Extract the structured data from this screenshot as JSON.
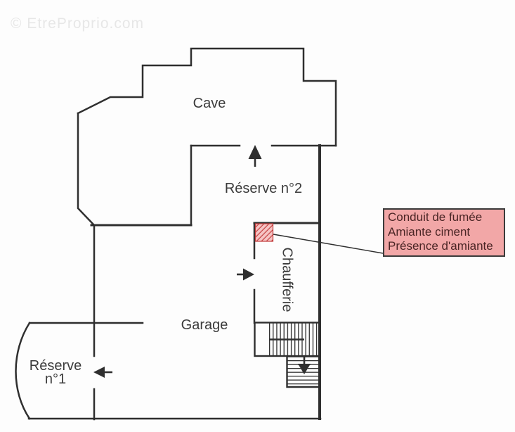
{
  "watermark": "© EtreProprio.com",
  "colors": {
    "background": "#fdfdfd",
    "wall": "#2f2f2f",
    "label_text": "#3b3b3b",
    "watermark": "#e7e7e7",
    "annotation_bg": "#f2a7a7",
    "annotation_border": "#3b3b3b",
    "annotation_text": "#4a2525",
    "hatch_red": "#c23b3b",
    "hatch_bg": "#f6c4c4"
  },
  "rooms": {
    "cave": "Cave",
    "reserve2": "Réserve n°2",
    "chaufferie": "Chaufferie",
    "garage": "Garage",
    "reserve1_line1": "Réserve",
    "reserve1_line2": "n°1"
  },
  "annotation": {
    "lines": [
      "Conduit de fumée",
      "Amiante ciment",
      "Présence d'amiante"
    ]
  }
}
